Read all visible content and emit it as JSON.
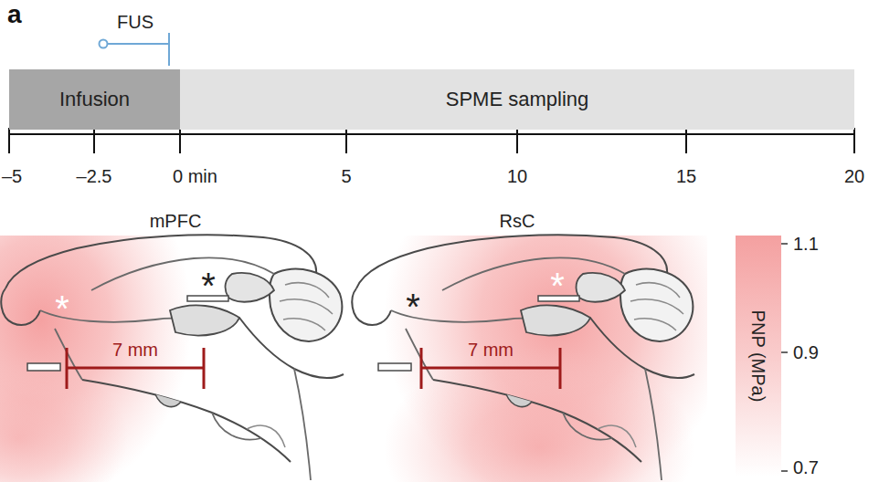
{
  "diagram": {
    "nodes": [
      {
        "text": [
          "Infusion"
        ]
      },
      {
        "text": [
          "SPME sampling"
        ]
      }
    ],
    "labels": [
      "a",
      "FUS",
      "–5",
      "–2.5",
      "0 min",
      "5",
      "10",
      "15",
      "20",
      "mPFC",
      "RsC",
      "*",
      "*",
      "*",
      "*",
      "7 mm",
      "7 mm",
      "PNP (MPa)",
      "1.1",
      "0.9",
      "0.7"
    ]
  }
}
